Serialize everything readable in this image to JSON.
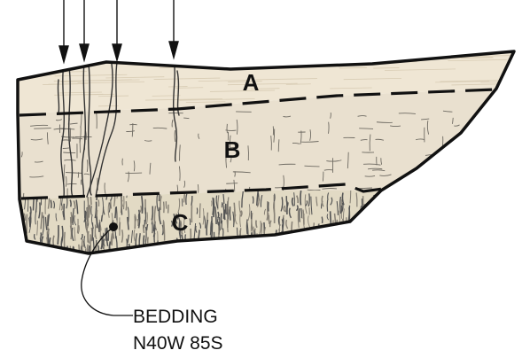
{
  "zones": [
    {
      "id": "A",
      "label": "A",
      "fill": "#efe6d4"
    },
    {
      "id": "B",
      "label": "B",
      "fill": "#e9e0cf"
    },
    {
      "id": "C",
      "label": "C",
      "fill": "#e2dac4"
    }
  ],
  "callout": {
    "line1": "BEDDING",
    "line2": "N40W 85S"
  },
  "colors": {
    "outline": "#111111",
    "crack": "#333333",
    "bedding": "#555555",
    "zone_boundary": "#111111"
  },
  "features": {
    "downward_arrows": 4,
    "zone_boundaries": "dashed"
  }
}
